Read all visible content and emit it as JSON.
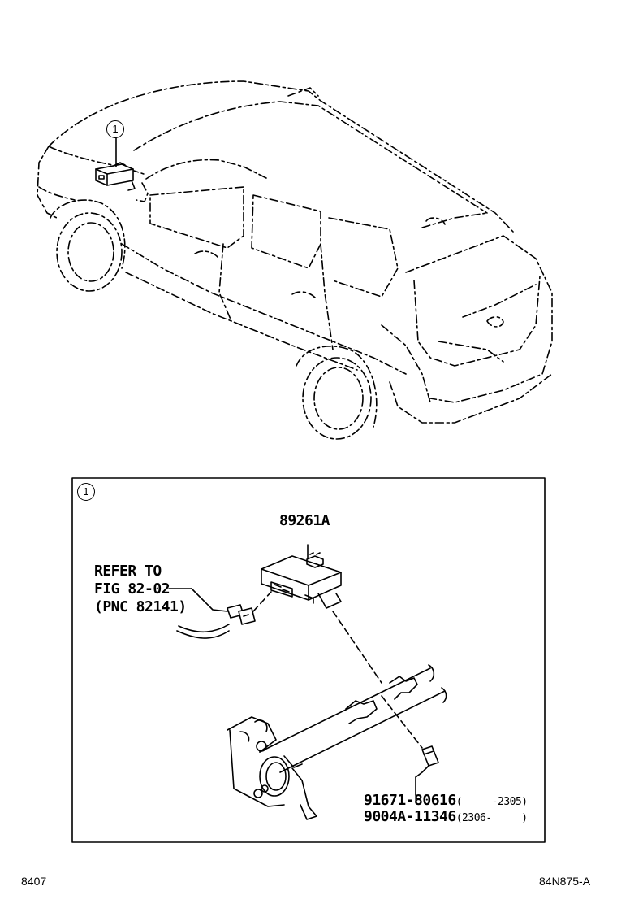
{
  "callout": {
    "marker": "1"
  },
  "detail": {
    "marker": "1",
    "part_main": "89261A",
    "refer": {
      "line1": "REFER TO",
      "line2": "FIG 82-02",
      "line3": "(PNC 82141)"
    },
    "bolts": [
      {
        "part": "91671-80616",
        "range": "(     -2305)"
      },
      {
        "part": "9004A-11346",
        "range": "(2306-     )"
      }
    ]
  },
  "footer": {
    "left": "8407",
    "right": "84N875-A"
  }
}
